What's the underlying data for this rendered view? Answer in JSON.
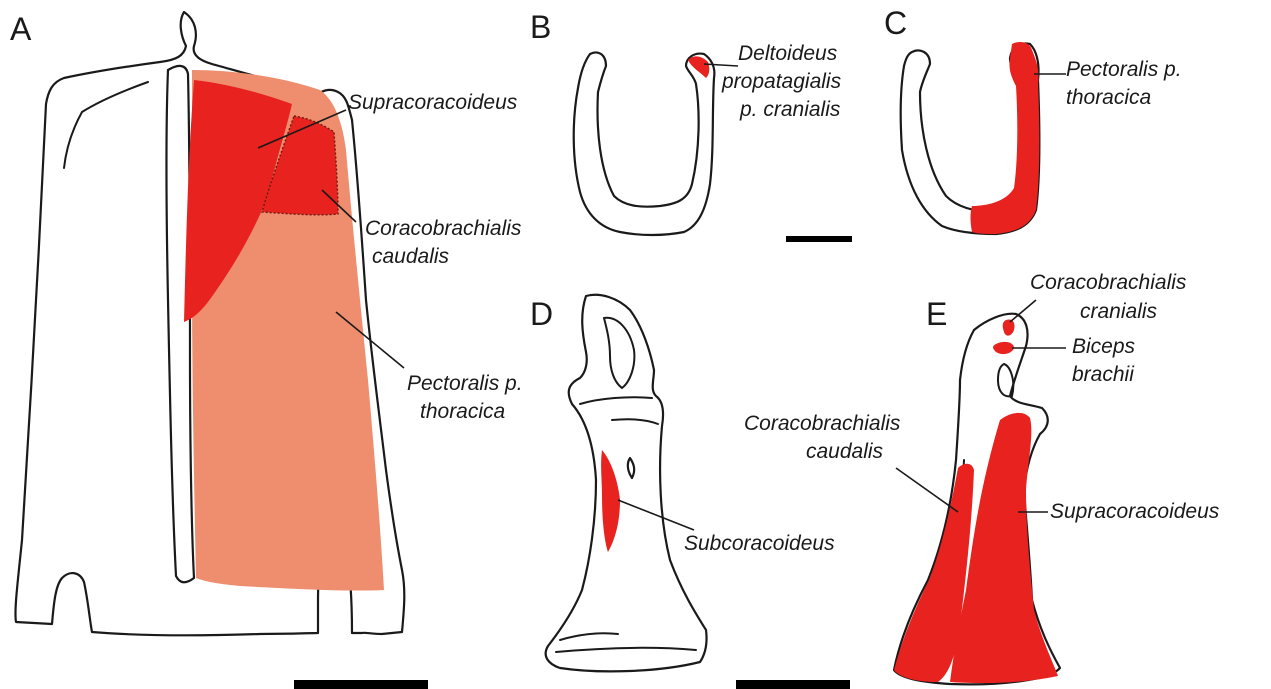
{
  "panels": {
    "a": {
      "letter": "A"
    },
    "b": {
      "letter": "B"
    },
    "c": {
      "letter": "C"
    },
    "d": {
      "letter": "D"
    },
    "e": {
      "letter": "E"
    }
  },
  "labels": {
    "a_supracoracoideus": "Supracoracoideus",
    "a_coracobrachialis_1": "Coracobrachialis",
    "a_coracobrachialis_2": "caudalis",
    "a_pectoralis_1": "Pectoralis p.",
    "a_pectoralis_2": "thoracica",
    "b_deltoideus_1": "Deltoideus",
    "b_deltoideus_2": "propatagialis",
    "b_deltoideus_3": "p. cranialis",
    "c_pectoralis_1": "Pectoralis p.",
    "c_pectoralis_2": "thoracica",
    "d_subcoracoideus": "Subcoracoideus",
    "e_coracobrachialis_cranialis_1": "Coracobrachialis",
    "e_coracobrachialis_cranialis_2": "cranialis",
    "e_biceps_1": "Biceps",
    "e_biceps_2": "brachii",
    "e_coracobrachialis_caudalis_1": "Coracobrachialis",
    "e_coracobrachialis_caudalis_2": "caudalis",
    "e_supracoracoideus": "Supracoracoideus"
  },
  "colors": {
    "muscle_dark": "#e8221f",
    "muscle_light": "#ee8e6e",
    "outline": "#1a1a1a"
  }
}
